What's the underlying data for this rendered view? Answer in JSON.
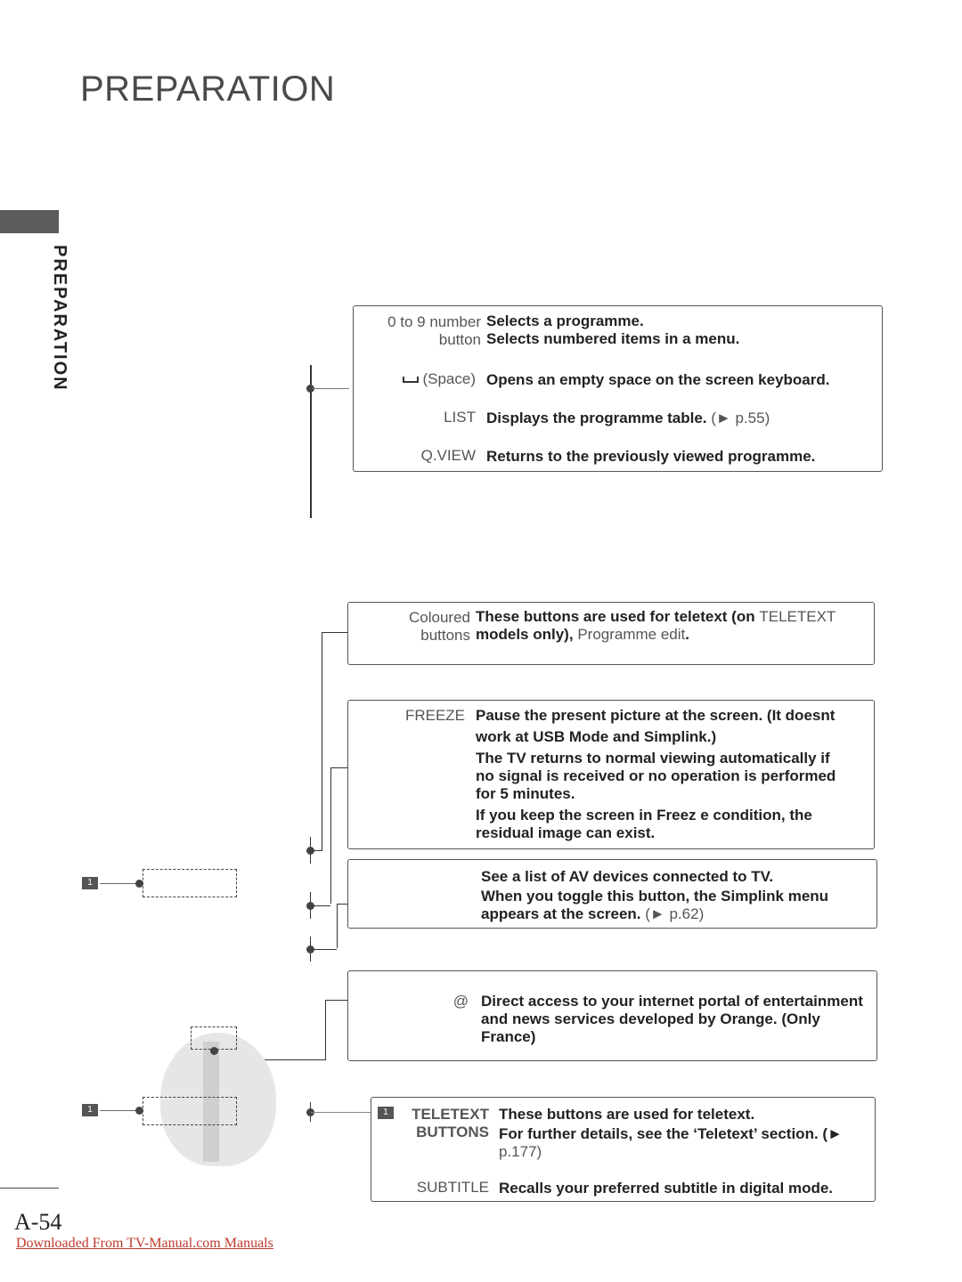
{
  "header": {
    "title": "PREPARATION"
  },
  "side": {
    "label": "PREPARATION"
  },
  "box1": {
    "items": [
      {
        "term_line1": "0 to 9 number",
        "term_line2": "button",
        "desc_line1": "Selects a programme.",
        "desc_line2": "Selects numbered items in a menu."
      },
      {
        "term": "(Space)",
        "desc": "Opens an empty space on the screen keyboard."
      },
      {
        "term": "LIST",
        "desc": "Displays the programme table.",
        "ref": "(► p.55)"
      },
      {
        "term": "Q.VIEW",
        "desc": "Returns to the previously viewed programme."
      }
    ]
  },
  "box2": {
    "term_line1": "Coloured",
    "term_line2": "buttons",
    "desc_line1": "These buttons are used for teletext (on",
    "desc_line1_light": "TELETEXT",
    "desc_line2": "models only),",
    "desc_line2_light": "Programme edit",
    "desc_line2_end": "."
  },
  "box3": {
    "term": "FREEZE",
    "p1_line1": "Pause the present picture at the screen.",
    "p1_line1b": "(It doesnt",
    "p1_line2": "work at USB Mode and Simplink.)",
    "p2_line1": "The TV returns to normal viewing automatically if",
    "p2_line2": "no signal is received or no operation is performed",
    "p2_line3": "for 5 minutes.",
    "p3_line1": "If you keep the screen in Freez  e condition, the",
    "p3_line2": "residual image can exist."
  },
  "box4": {
    "line1": "See a list of AV devices connected to TV.",
    "line2": "When you toggle this button, the Simplink menu",
    "line3": "appears at the screen.",
    "ref": "(► p.62)"
  },
  "box5": {
    "term": "@",
    "line1": "Direct access to your internet portal of entertainment",
    "line2": "and news services developed by Orange.",
    "line2b": "(Only",
    "line3": "France)"
  },
  "box6": {
    "badge": "1",
    "term_line1": "TELETEXT",
    "term_line2": "BUTTONS",
    "desc_line1": "These buttons are used for teletext.",
    "desc_line2": "For further details, see the ‘Teletext’ section.",
    "ref_line2": "(►",
    "ref_line3": "p.177)",
    "term2": "SUBTITLE",
    "desc2": "Recalls your preferred subtitle in digital mode."
  },
  "badges": {
    "b1": "1",
    "b2": "1"
  },
  "footer": {
    "page_number": "A-54",
    "link": "Downloaded From TV-Manual.com Manuals"
  }
}
